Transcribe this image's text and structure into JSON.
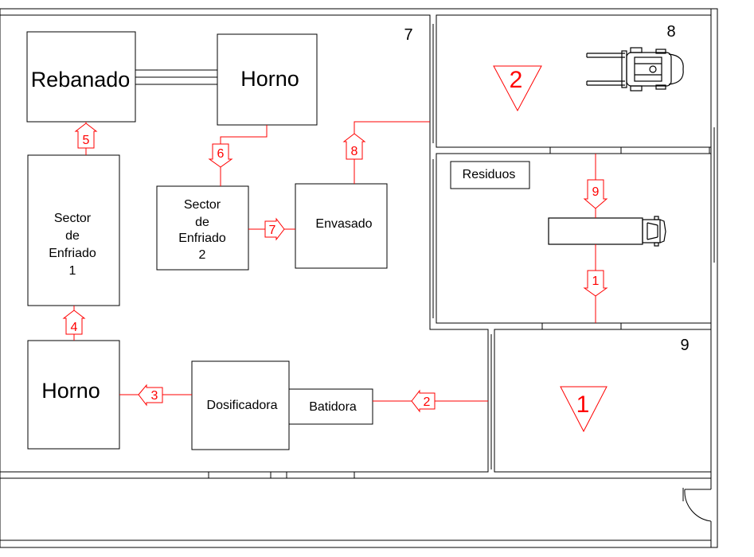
{
  "colors": {
    "line": "#000000",
    "flow": "#ff0000",
    "background": "#ffffff"
  },
  "areas": {
    "area7": "7",
    "area8": "8",
    "area9": "9"
  },
  "equipment": {
    "rebanado": "Rebanado",
    "horno_top": "Horno",
    "horno_bottom": "Horno",
    "sector1_line1": "Sector",
    "sector1_line2": "de",
    "sector1_line3": "Enfriado",
    "sector1_line4": "1",
    "sector2_line1": "Sector",
    "sector2_line2": "de",
    "sector2_line3": "Enfriado",
    "sector2_line4": "2",
    "envasado": "Envasado",
    "dosificadora": "Dosificadora",
    "batidora": "Batidora",
    "residuos": "Residuos"
  },
  "storage": {
    "triangle1": "1",
    "triangle2": "2"
  },
  "flow_steps": [
    "1",
    "2",
    "3",
    "4",
    "5",
    "6",
    "7",
    "8",
    "9"
  ],
  "icons": [
    "forklift-icon",
    "truck-icon",
    "door-swing-icon"
  ]
}
